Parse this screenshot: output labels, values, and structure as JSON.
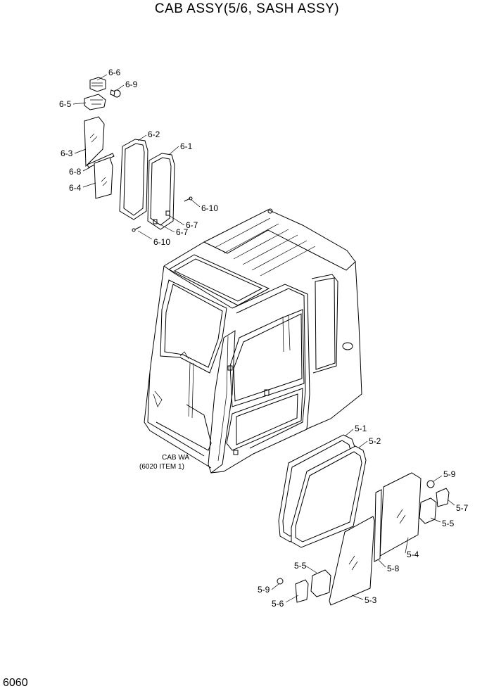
{
  "title": "CAB ASSY(5/6, SASH ASSY)",
  "page_number": "6060",
  "cab_note": {
    "line1": "CAB WA",
    "line2": "(6020 ITEM 1)"
  },
  "labels": {
    "p6_6": "6-6",
    "p6_9": "6-9",
    "p6_5": "6-5",
    "p6_3": "6-3",
    "p6_2": "6-2",
    "p6_1": "6-1",
    "p6_8": "6-8",
    "p6_4": "6-4",
    "p6_10a": "6-10",
    "p6_7": "6-7",
    "p6_10b": "6-10",
    "p5_1": "5-1",
    "p5_2": "5-2",
    "p5_9a": "5-9",
    "p5_7": "5-7",
    "p5_5a": "5-5",
    "p5_4": "5-4",
    "p5_5b": "5-5",
    "p5_8": "5-8",
    "p5_9b": "5-9",
    "p5_6": "5-6",
    "p5_3": "5-3"
  }
}
